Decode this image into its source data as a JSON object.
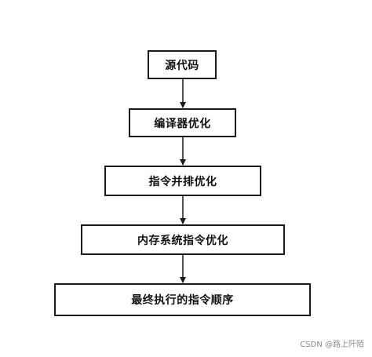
{
  "diagram": {
    "nodes": [
      {
        "id": "n1",
        "label": "源代码"
      },
      {
        "id": "n2",
        "label": "编译器优化"
      },
      {
        "id": "n3",
        "label": "指令并排优化"
      },
      {
        "id": "n4",
        "label": "内存系统指令优化"
      },
      {
        "id": "n5",
        "label": "最终执行的指令顺序"
      }
    ],
    "edges": [
      {
        "from": "n1",
        "to": "n2"
      },
      {
        "from": "n2",
        "to": "n3"
      },
      {
        "from": "n3",
        "to": "n4"
      },
      {
        "from": "n4",
        "to": "n5"
      }
    ],
    "colors": {
      "stroke": "#1a1a1a",
      "background": "#ffffff"
    }
  },
  "watermark": "CSDN @路上阡陌"
}
